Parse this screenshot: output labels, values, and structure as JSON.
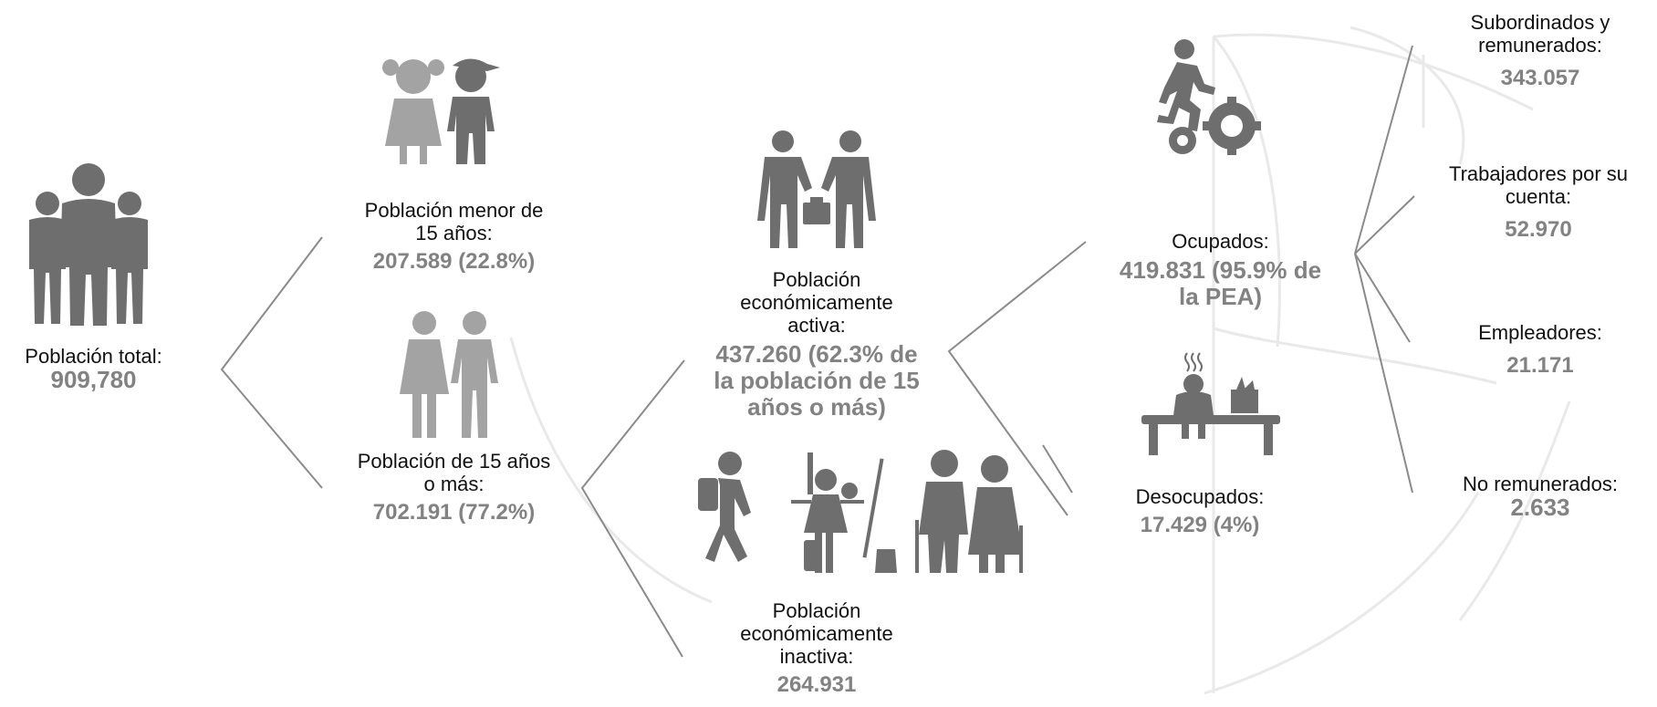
{
  "colors": {
    "icon": "#6e6e6e",
    "value_text": "#828282",
    "connector": "#8a8a8a",
    "watermark": "#e9e9e9"
  },
  "nodes": {
    "total": {
      "label": "Población total:",
      "value": "909,780",
      "icon": "group-people-icon"
    },
    "under15": {
      "label_l1": "Población menor de",
      "label_l2": "15 años:",
      "value": "207.589 (22.8%)",
      "icon": "children-icon"
    },
    "over15": {
      "label_l1": "Población de 15 años",
      "label_l2": "o más:",
      "value": "702.191 (77.2%)",
      "icon": "adults-icon"
    },
    "active": {
      "label_l1": "Población",
      "label_l2": "económicamente",
      "label_l3": "activa:",
      "value_l1": "437.260 (62.3% de",
      "value_l2": "la población de 15",
      "value_l3": "años o más)",
      "icon": "business-handshake-icon"
    },
    "inactive": {
      "label_l1": "Población",
      "label_l2": "económicamente",
      "label_l3": "inactiva:",
      "value": "264.931",
      "icon": "student-homemaker-elderly-icon"
    },
    "employed": {
      "label": "Ocupados:",
      "value_l1": "419.831 (95.9% de",
      "value_l2": "la PEA)",
      "icon": "runner-gears-icon"
    },
    "unemployed": {
      "label": "Desocupados:",
      "value": "17.429 (4%)",
      "icon": "unemployed-person-icon"
    },
    "subordinados": {
      "label_l1": "Subordinados y",
      "label_l2": "remunerados:",
      "value": "343.057"
    },
    "cuenta_propia": {
      "label_l1": "Trabajadores por su",
      "label_l2": "cuenta:",
      "value": "52.970"
    },
    "empleadores": {
      "label": "Empleadores:",
      "value": "21.171"
    },
    "no_remunerados": {
      "label": "No remunerados:",
      "value": "2.633"
    }
  }
}
